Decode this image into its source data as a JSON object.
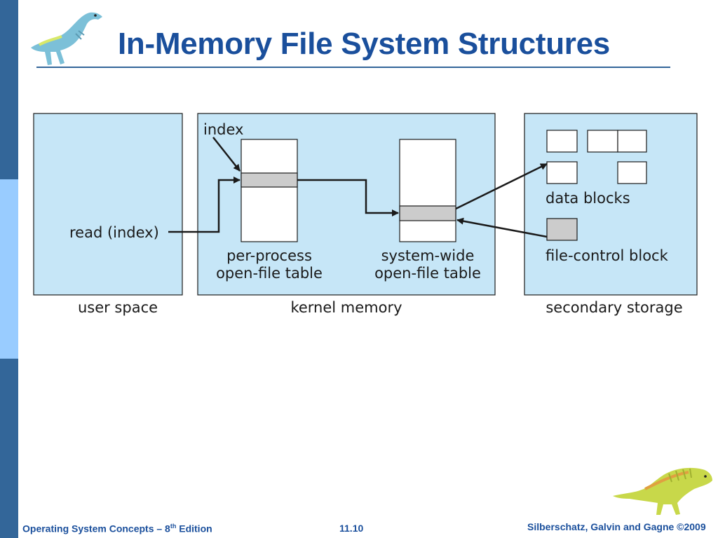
{
  "slide": {
    "title": "In-Memory File System Structures"
  },
  "diagram": {
    "regions": {
      "user_space": "user space",
      "kernel_memory": "kernel memory",
      "secondary_storage": "secondary storage"
    },
    "labels": {
      "read_call": "read (index)",
      "index": "index",
      "per_process_line1": "per-process",
      "per_process_line2": "open-file table",
      "system_wide_line1": "system-wide",
      "system_wide_line2": "open-file table",
      "data_blocks": "data blocks",
      "file_control_block": "file-control block"
    },
    "colors": {
      "region_fill": "#c6e6f7",
      "entry_highlight": "#cccccc",
      "fcb_fill": "#cccccc"
    }
  },
  "footer": {
    "left_prefix": "Operating System Concepts – 8",
    "left_sup": "th",
    "left_suffix": " Edition",
    "page": "11.10",
    "right": "Silberschatz, Galvin and Gagne ©2009"
  }
}
